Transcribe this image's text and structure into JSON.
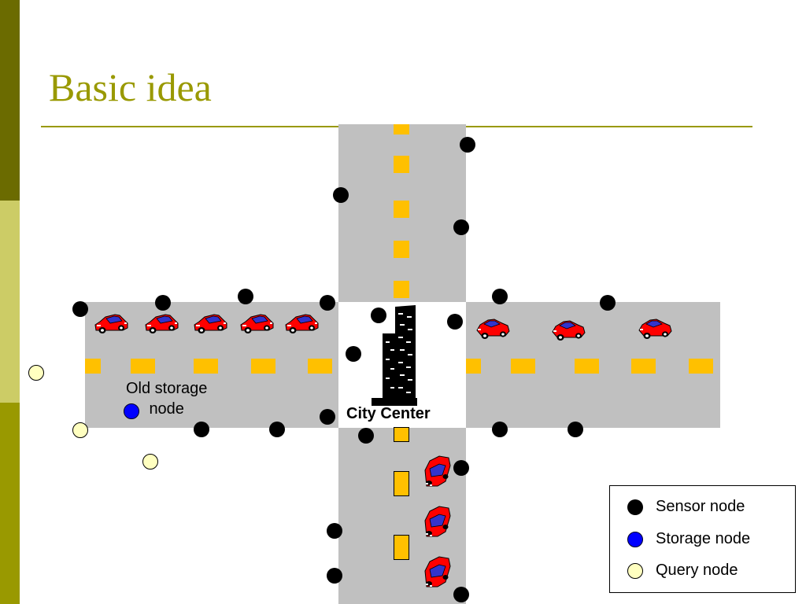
{
  "title": "Basic idea",
  "labels": {
    "city_center": "City Center",
    "old_storage_line1": "Old storage",
    "old_storage_line2": "node"
  },
  "legend": {
    "sensor": "Sensor node",
    "storage": "Storage node",
    "query": "Query node"
  },
  "colors": {
    "sidebar_dark": "#6b6b00",
    "sidebar_light": "#cccc66",
    "sidebar_mid": "#999900",
    "title": "#999900",
    "rule": "#999900",
    "road": "#c0c0c0",
    "lane_marking": "#ffc000",
    "sensor": "#000000",
    "storage": "#0000ff",
    "query": "#ffffc0",
    "car": "#ff0000"
  }
}
